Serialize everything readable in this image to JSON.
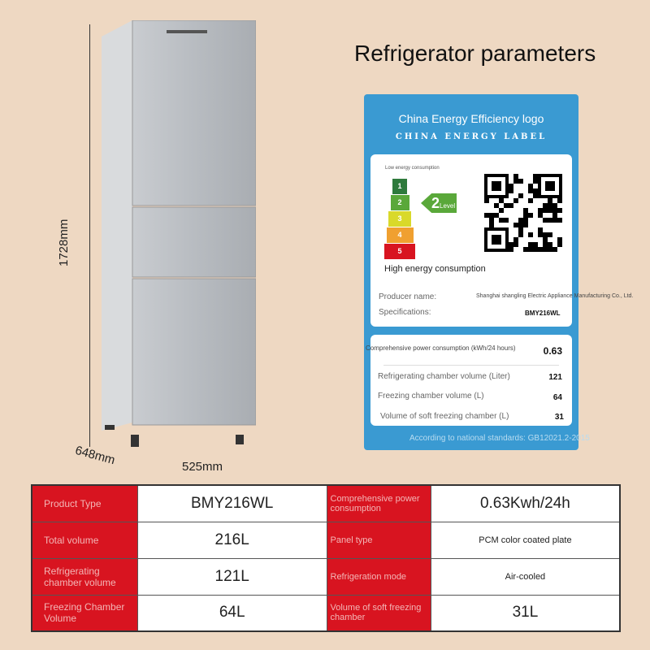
{
  "title": "Refrigerator parameters",
  "dimensions": {
    "height": "1728mm",
    "depth": "648mm",
    "width": "525mm"
  },
  "energy_label": {
    "logo_title": "China Energy Efficiency logo",
    "subtitle": "CHINA  ENERGY  LABEL",
    "low_text": "Low energy consumption",
    "high_text": "High energy consumption",
    "grades": [
      "1",
      "2",
      "3",
      "4",
      "5"
    ],
    "grade_colors": [
      "#2e7a3c",
      "#5aa83a",
      "#d9d92a",
      "#f0a030",
      "#d81420"
    ],
    "level_number": "2",
    "level_text": "Level",
    "producer_label": "Producer name:",
    "producer_value": "Shanghai shangling Electric Appliance Manufacturing Co., Ltd.",
    "spec_label": "Specifications:",
    "spec_value": "BMY216WL",
    "rows": [
      {
        "label": "Comprehensive power consumption (kWh/24 hours)",
        "value": "0.63"
      },
      {
        "label": "Refrigerating chamber volume (Liter)",
        "value": "121"
      },
      {
        "label": "Freezing chamber volume (L)",
        "value": "64"
      },
      {
        "label": "Volume of soft freezing chamber (L)",
        "value": "31"
      }
    ],
    "standard": "According to national standards: GB12021.2-2015"
  },
  "table": [
    [
      {
        "k": "Product Type",
        "v": "BMY216WL"
      },
      {
        "k": "Comprehensive power consumption",
        "v": "0.63Kwh/24h"
      }
    ],
    [
      {
        "k": "Total volume",
        "v": "216L"
      },
      {
        "k": "Panel type",
        "v": "PCM color coated plate"
      }
    ],
    [
      {
        "k": "Refrigerating chamber volume",
        "v": "121L"
      },
      {
        "k": "Refrigeration mode",
        "v": "Air-cooled"
      }
    ],
    [
      {
        "k": "Freezing Chamber Volume",
        "v": "64L"
      },
      {
        "k": "Volume of soft freezing chamber",
        "v": "31L"
      }
    ]
  ]
}
